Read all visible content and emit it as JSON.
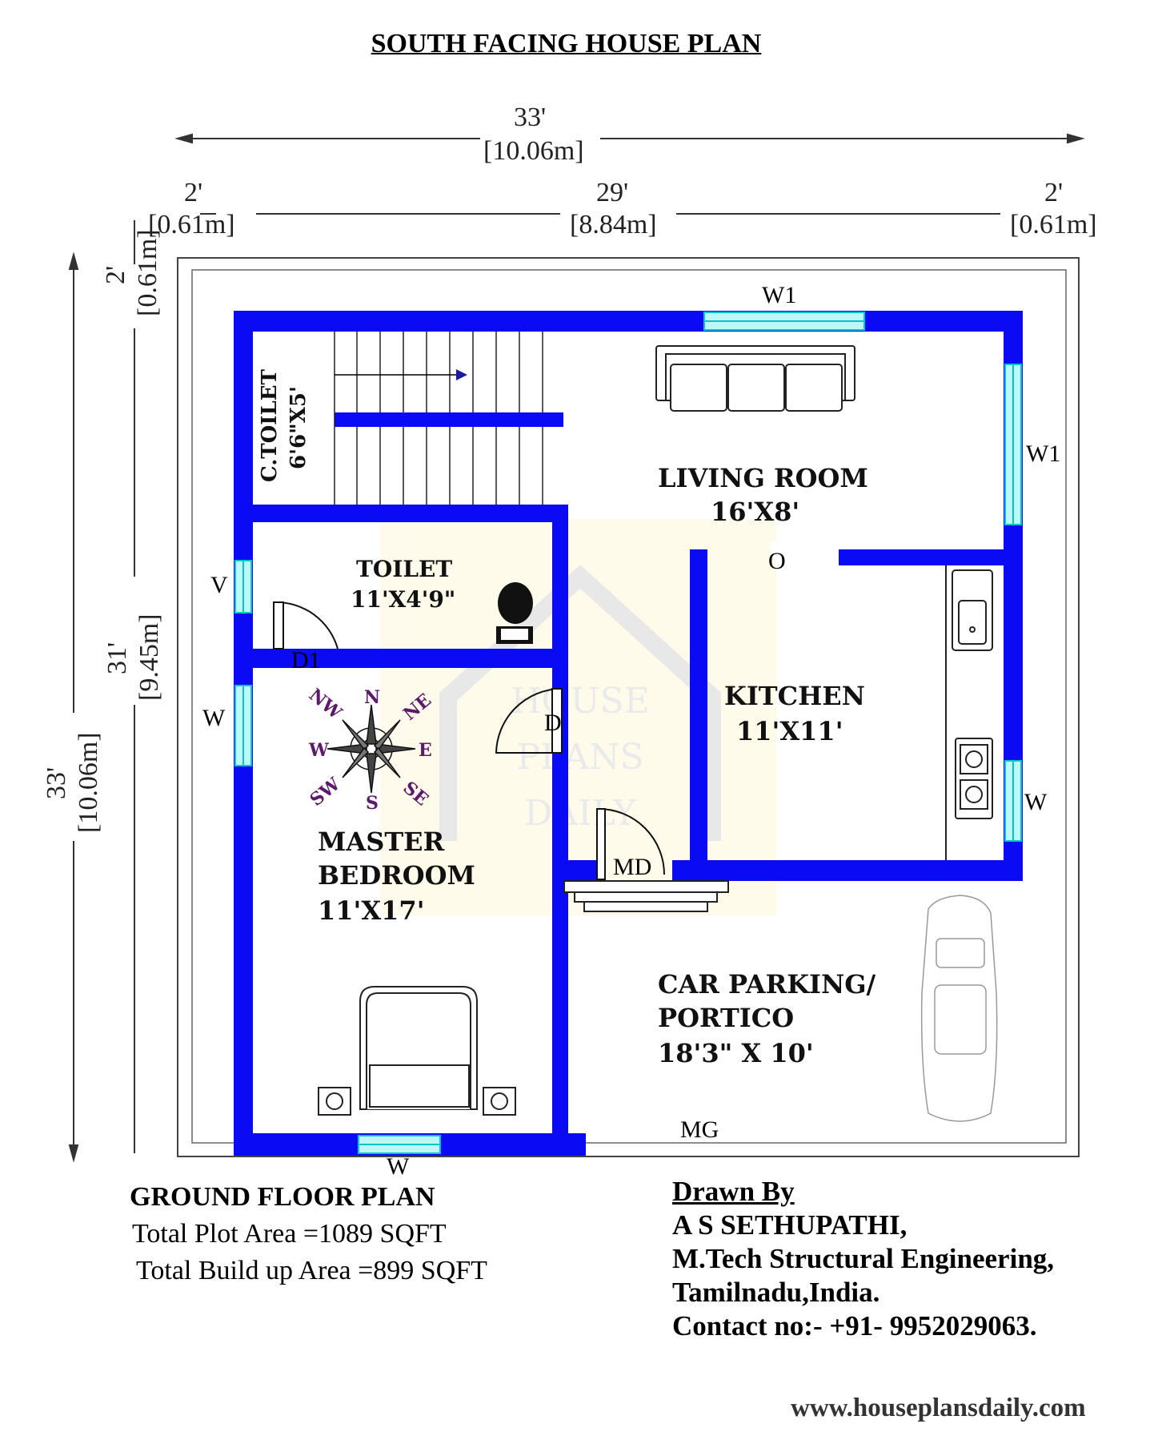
{
  "title": "SOUTH FACING HOUSE PLAN",
  "dimensions": {
    "overall_width_ft": "33'",
    "overall_width_m": "[10.06m]",
    "left_setback_ft": "2'",
    "left_setback_m": "[0.61m]",
    "inner_width_ft": "29'",
    "inner_width_m": "[8.84m]",
    "right_setback_ft": "2'",
    "right_setback_m": "[0.61m]",
    "top_setback_ft": "2'",
    "top_setback_m": "[0.61m]",
    "inner_depth_ft": "31'",
    "inner_depth_m": "[9.45m]",
    "overall_depth_ft": "33'",
    "overall_depth_m": "[10.06m]"
  },
  "rooms": {
    "c_toilet": {
      "name": "C.TOILET",
      "size": "6'6\"X5'"
    },
    "living": {
      "name": "LIVING ROOM",
      "size": "16'X8'"
    },
    "toilet": {
      "name": "TOILET",
      "size": "11'X4'9\""
    },
    "kitchen": {
      "name": "KITCHEN",
      "size": "11'X11'"
    },
    "master": {
      "name_line1": "MASTER",
      "name_line2": "BEDROOM",
      "size": "11'X17'"
    },
    "parking": {
      "name_line1": "CAR PARKING/",
      "name_line2": "PORTICO",
      "size": "18'3\" X 10'"
    }
  },
  "openings": {
    "w1_top": "W1",
    "w1_right": "W1",
    "v": "V",
    "w_left": "W",
    "w_right": "W",
    "w_bottom": "W",
    "d1": "D1",
    "d": "D",
    "md": "MD",
    "mg": "MG",
    "o": "O"
  },
  "compass": {
    "n": "N",
    "ne": "NE",
    "e": "E",
    "se": "SE",
    "s": "S",
    "sw": "SW",
    "w": "W",
    "nw": "NW"
  },
  "watermark": {
    "line1": "HOUSE",
    "line2": "PLANS",
    "line3": "DAILY"
  },
  "footer": {
    "plan_name": "GROUND FLOOR PLAN",
    "plot_area": "Total Plot Area =1089 SQFT",
    "build_area": "Total Build up Area =899 SQFT",
    "drawn_by_label": "Drawn By",
    "author": "A S SETHUPATHI,",
    "qualification": "M.Tech Structural Engineering,",
    "location": "Tamilnadu,India.",
    "contact": "Contact no:- +91- 9952029063.",
    "website": "www.houseplansdaily.com"
  },
  "colors": {
    "wall": "#0a0af5",
    "window": "#bff6f6",
    "window_stroke": "#00c6c6",
    "compass_text": "#5b1a6a"
  }
}
